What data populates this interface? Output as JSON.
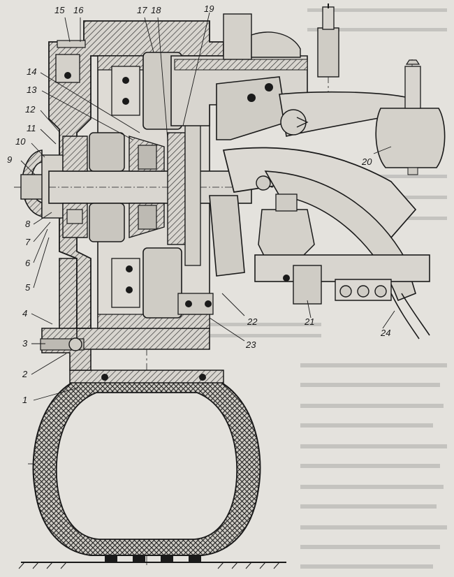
{
  "callouts": [
    {
      "id": "1",
      "text": "1"
    },
    {
      "id": "2",
      "text": "2"
    },
    {
      "id": "3",
      "text": "3"
    },
    {
      "id": "4",
      "text": "4"
    },
    {
      "id": "5",
      "text": "5"
    },
    {
      "id": "6",
      "text": "6"
    },
    {
      "id": "7",
      "text": "7"
    },
    {
      "id": "8",
      "text": "8"
    },
    {
      "id": "9",
      "text": "9"
    },
    {
      "id": "10",
      "text": "10"
    },
    {
      "id": "11",
      "text": "11"
    },
    {
      "id": "12",
      "text": "12"
    },
    {
      "id": "13",
      "text": "13"
    },
    {
      "id": "14",
      "text": "14"
    },
    {
      "id": "15",
      "text": "15"
    },
    {
      "id": "16",
      "text": "16"
    },
    {
      "id": "17",
      "text": "17"
    },
    {
      "id": "18",
      "text": "18"
    },
    {
      "id": "19",
      "text": "19"
    },
    {
      "id": "20",
      "text": "20"
    },
    {
      "id": "21",
      "text": "21"
    },
    {
      "id": "22",
      "text": "22"
    },
    {
      "id": "23",
      "text": "23"
    },
    {
      "id": "24",
      "text": "24"
    }
  ],
  "colors": {
    "paper": "#e4e2dd",
    "ink": "#1a1a1a",
    "hatch": "#2b2b2b"
  }
}
